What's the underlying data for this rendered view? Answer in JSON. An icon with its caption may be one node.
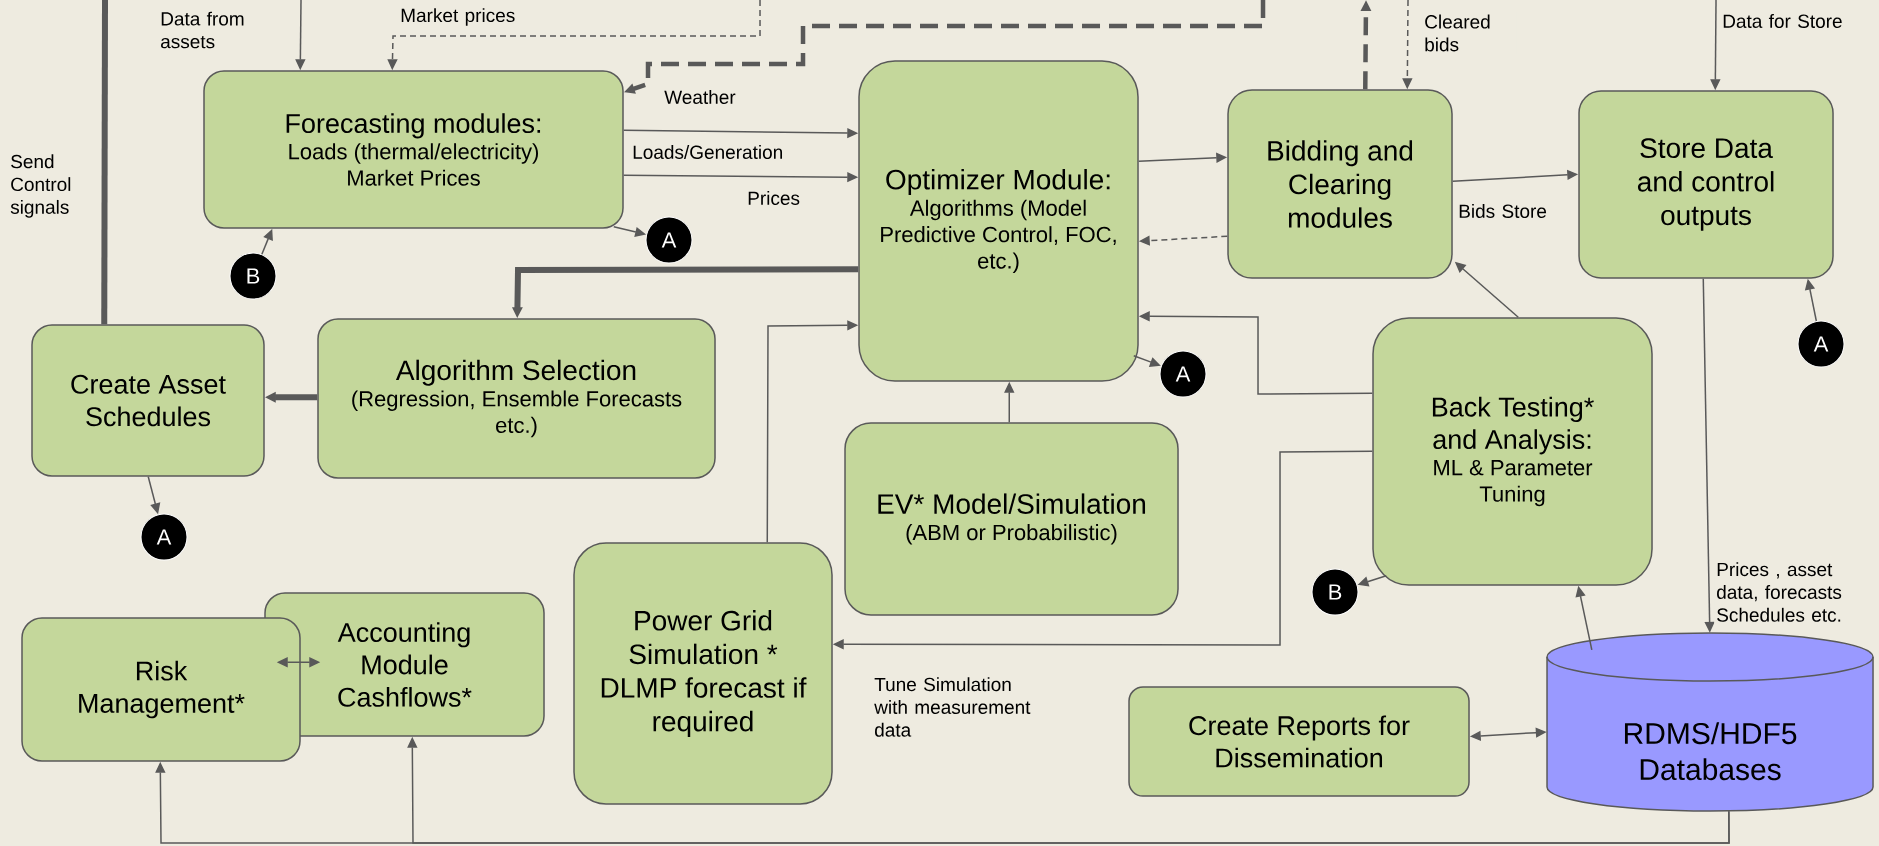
{
  "diagram": {
    "nodes": [
      {
        "text": [
          "Forecasting modules:",
          "Loads (thermal/electricity)",
          "Market Prices"
        ]
      },
      {
        "text": [
          "Optimizer Module:",
          "Algorithms (Model Predictive Control, FOC, etc.)"
        ]
      },
      {
        "text": [
          "Bidding and Clearing modules"
        ]
      },
      {
        "text": [
          "Store Data and control outputs"
        ]
      },
      {
        "text": [
          "Create Asset Schedules"
        ]
      },
      {
        "text": [
          "Algorithm Selection",
          "(Regression, Ensemble Forecasts etc.)"
        ]
      },
      {
        "text": [
          "EV* Model/Simulation",
          "(ABM or Probabilistic)"
        ]
      },
      {
        "text": [
          "Back Testing* and Analysis:",
          "ML & Parameter Tuning"
        ]
      },
      {
        "text": [
          "Power Grid Simulation * DLMP forecast if required"
        ]
      },
      {
        "text": [
          "Accounting Module Cashflows*"
        ]
      },
      {
        "text": [
          "Risk Management*"
        ]
      },
      {
        "text": [
          "Create Reports for Dissemination"
        ]
      },
      {
        "text": [
          "RDMS/HDF5 Databases"
        ]
      },
      {
        "text": [
          "B"
        ]
      },
      {
        "text": [
          "A"
        ]
      },
      {
        "text": [
          "A"
        ]
      },
      {
        "text": [
          "A"
        ]
      },
      {
        "text": [
          "B"
        ]
      },
      {
        "text": [
          "A"
        ]
      }
    ],
    "edges": [
      {
        "from": null,
        "to": 0,
        "arrow": "to",
        "label": "Data from assets"
      },
      {
        "from": null,
        "to": 0,
        "arrow": "to",
        "label": "Market prices",
        "style": "dashed"
      },
      {
        "from": null,
        "to": 0,
        "arrow": "to",
        "label": "Weather",
        "style": "dashed"
      },
      {
        "from": 4,
        "to": null,
        "arrow": "none",
        "label": "Send Control signals",
        "style": "thick"
      },
      {
        "from": 2,
        "to": null,
        "arrow": "to",
        "style": "dashed"
      },
      {
        "from": null,
        "to": 2,
        "arrow": "to",
        "label": "Cleared bids",
        "style": "dashed"
      },
      {
        "from": null,
        "to": 3,
        "arrow": "to",
        "label": "Data for Store"
      },
      {
        "from": 0,
        "to": 1,
        "arrow": "to",
        "label": "Loads/Generation"
      },
      {
        "from": 0,
        "to": 1,
        "arrow": "to",
        "label": "Prices"
      },
      {
        "from": 0,
        "to": 14,
        "arrow": "to"
      },
      {
        "from": 13,
        "to": 0,
        "arrow": "to"
      },
      {
        "from": 1,
        "to": 2,
        "arrow": "to"
      },
      {
        "from": 2,
        "to": 1,
        "arrow": "to",
        "style": "dashed"
      },
      {
        "from": 2,
        "to": 3,
        "arrow": "to",
        "label": "Bids Store"
      },
      {
        "from": 1,
        "to": 5,
        "arrow": "to",
        "style": "thick"
      },
      {
        "from": 5,
        "to": 4,
        "arrow": "to",
        "style": "thick"
      },
      {
        "from": 4,
        "to": 16,
        "arrow": "to"
      },
      {
        "from": 1,
        "to": 15,
        "arrow": "to"
      },
      {
        "from": 6,
        "to": 1,
        "arrow": "to"
      },
      {
        "from": 8,
        "to": 1,
        "arrow": "to"
      },
      {
        "from": 7,
        "to": 1,
        "arrow": "to"
      },
      {
        "from": 7,
        "to": 2,
        "arrow": "to"
      },
      {
        "from": 7,
        "to": 8,
        "arrow": "to",
        "label": "Tune Simulation with measurement data"
      },
      {
        "from": 18,
        "to": 3,
        "arrow": "to"
      },
      {
        "from": 7,
        "to": 17,
        "arrow": "to"
      },
      {
        "from": 3,
        "to": 12,
        "arrow": "to",
        "label": "Prices , asset data, forecasts Schedules etc."
      },
      {
        "from": 12,
        "to": 7,
        "arrow": "to"
      },
      {
        "from": 11,
        "to": 12,
        "arrow": "both"
      },
      {
        "from": 10,
        "to": 9,
        "arrow": "both"
      },
      {
        "from": 12,
        "to": 10,
        "arrow": "to"
      },
      {
        "from": 12,
        "to": 9,
        "arrow": "to"
      }
    ]
  }
}
